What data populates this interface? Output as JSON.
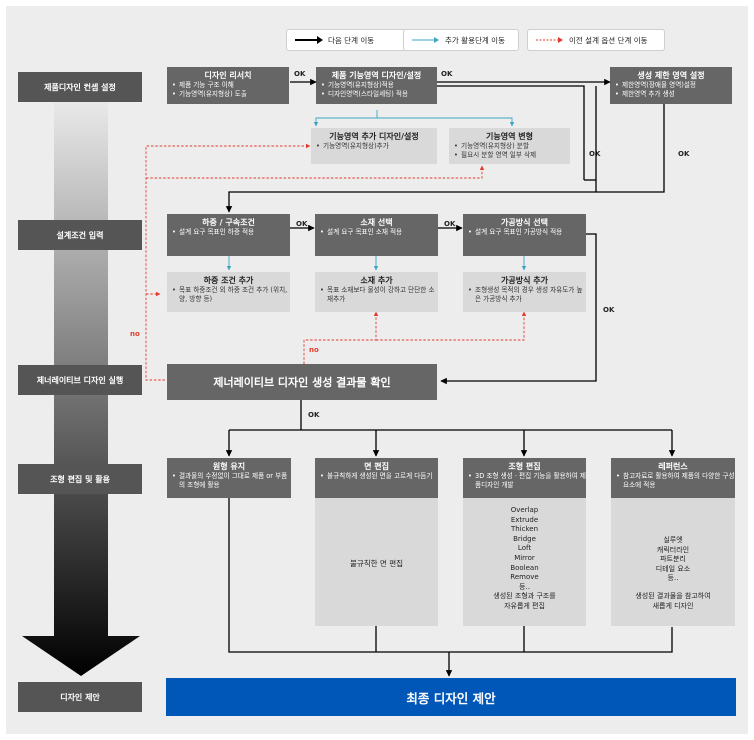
{
  "legend": {
    "next_step": "다음 단계 이동",
    "extra_step": "추가 활용단계 이동",
    "prev_option": "이전 설계 옵션 단계 이동"
  },
  "stages": [
    "제품디자인 컨셉 설정",
    "설계조건 입력",
    "제너레이티브 디자인 실행",
    "조형 편집 및 활용",
    "디자인 제안"
  ],
  "row1": {
    "research": {
      "title": "디자인 리서치",
      "items": [
        "제품 기능 구조 이해",
        "기능영역(유지형상) 도출"
      ]
    },
    "function": {
      "title": "제품 기능영역 디자인/설정",
      "items": [
        "기능영역(유지형상)적용",
        "디자인영역(스타일세팅) 적용"
      ]
    },
    "constraint": {
      "title": "생성 제한 영역 설정",
      "items": [
        "제한영역(장애물 영역)설정",
        "제한영역 추가 생성"
      ]
    },
    "func_add": {
      "title": "기능영역 추가 디자인/설정",
      "items": [
        "기능영역(유지형상)추가"
      ]
    },
    "func_mod": {
      "title": "기능영역 변형",
      "items": [
        "기능영역(유지형상) 분할",
        "필요시 분할 영역 일부 삭제"
      ]
    }
  },
  "row2": {
    "load": {
      "title": "하중 / 구속조건",
      "items": [
        "설계 요구 목표인 하중 적용"
      ]
    },
    "material": {
      "title": "소재 선택",
      "items": [
        "설계 요구 목표인 소재 적용"
      ]
    },
    "process": {
      "title": "가공방식 선택",
      "items": [
        "설계 요구 목표인 가공방식 적용"
      ]
    },
    "load_add": {
      "title": "하중 조건 추가",
      "items": [
        "목표 하중조건 외 하중 조건 추가 (위치, 양, 방향 등)"
      ]
    },
    "material_add": {
      "title": "소재 추가",
      "items": [
        "목표 소재보다 물성이 강하고 단단한 소재추가"
      ]
    },
    "process_add": {
      "title": "가공방식 추가",
      "items": [
        "조형생성 목적의 경우 생성 자유도가 높은 가공방식 추가"
      ]
    }
  },
  "generate": "제너레이티브 디자인 생성 결과물 확인",
  "row4": {
    "keep": {
      "title": "원형 유지",
      "items": [
        "결과물의 수정없이 그대로 제품 or 부품의 조형에 활용"
      ]
    },
    "surface": {
      "title": "면 편집",
      "items": [
        "불규칙하게 생성된 면을 고르게 다듬기"
      ],
      "body": "불규칙한 면 편집"
    },
    "shape": {
      "title": "조형 편집",
      "items": [
        "3D 조형 생성 · 편집 기능을 활용하여 제품디자인 개발"
      ],
      "ops": [
        "Overlap",
        "Extrude",
        "Thicken",
        "Bridge",
        "Loft",
        "Mirror",
        "Boolean",
        "Remove",
        "등.."
      ],
      "footer": [
        "생성된 조형과 구조를",
        "자유롭게 편집"
      ]
    },
    "reference": {
      "title": "레퍼런스",
      "items": [
        "참고자료로 활용하여 제품의 다양한 구성요소에 적용"
      ],
      "list": [
        "실루엣",
        "캐릭터라인",
        "파트분리",
        "디테일 요소",
        "등.."
      ],
      "footer": [
        "생성된 결과물을 참고하여",
        "새롭게 디자인"
      ]
    }
  },
  "final": "최종 디자인 제안",
  "labels": {
    "ok": "OK",
    "no": "no"
  }
}
